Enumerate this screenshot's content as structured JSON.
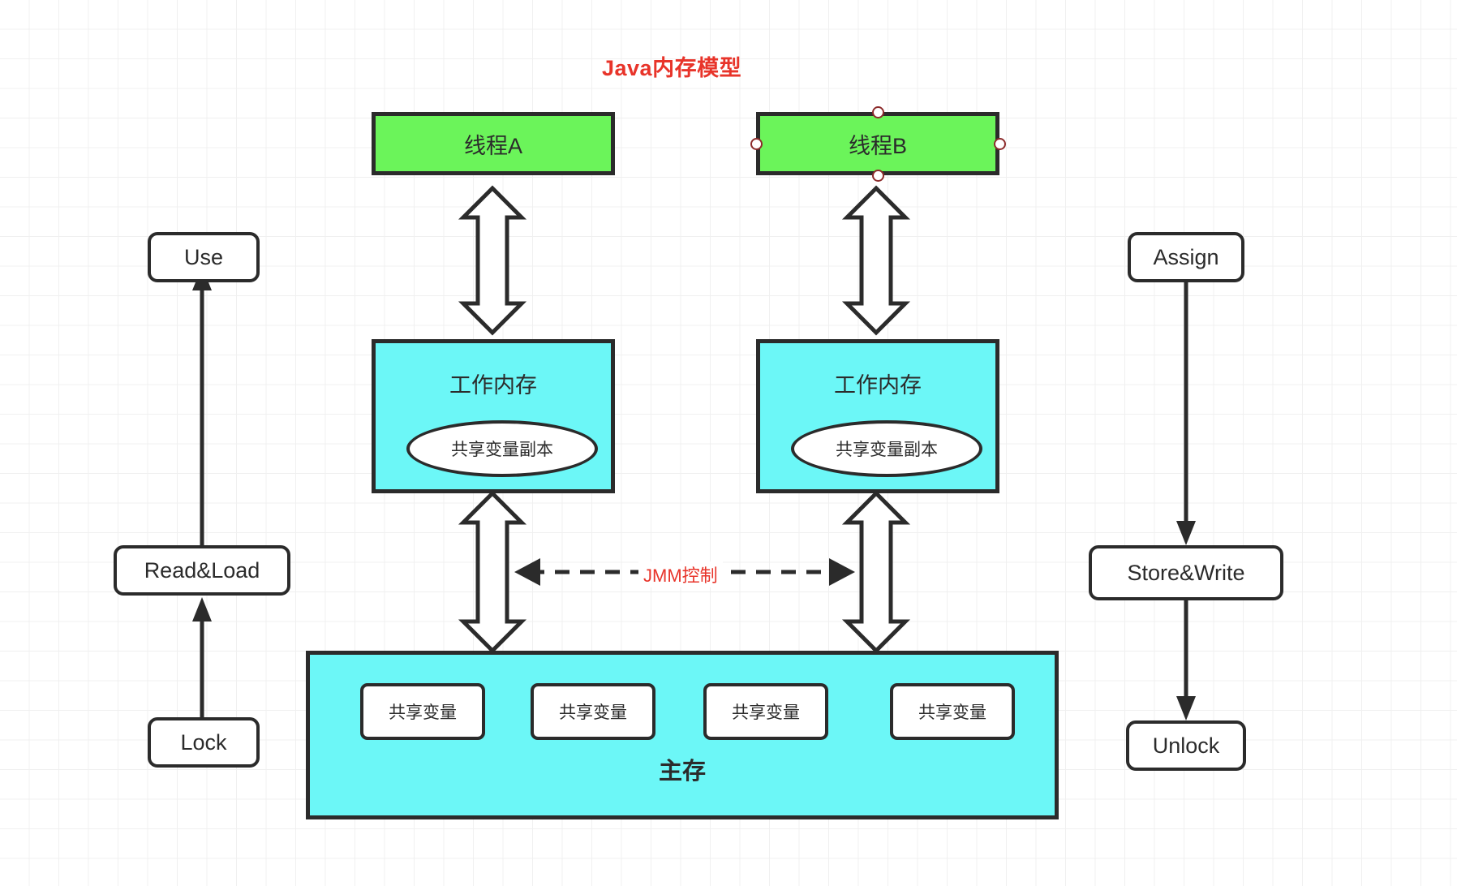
{
  "diagram": {
    "title": "Java内存模型",
    "title_color": "#e8342a",
    "accent_color": "#e8342a",
    "thread_fill": "#6bf45a",
    "memory_fill": "#6cf7f7",
    "stroke_color": "#2b2b2b",
    "handle_color": "#8c2b2b"
  },
  "threads": [
    {
      "label": "线程A"
    },
    {
      "label": "线程B"
    }
  ],
  "working_memory": [
    {
      "label": "工作内存",
      "copy_label": "共享变量副本"
    },
    {
      "label": "工作内存",
      "copy_label": "共享变量副本"
    }
  ],
  "main_memory": {
    "label": "主存",
    "variables": [
      {
        "label": "共享变量"
      },
      {
        "label": "共享变量"
      },
      {
        "label": "共享变量"
      },
      {
        "label": "共享变量"
      }
    ]
  },
  "left_ops": [
    {
      "label": "Use"
    },
    {
      "label": "Read&Load"
    },
    {
      "label": "Lock"
    }
  ],
  "right_ops": [
    {
      "label": "Assign"
    },
    {
      "label": "Store&Write"
    },
    {
      "label": "Unlock"
    }
  ],
  "connector": {
    "jmm_label": "JMM控制"
  }
}
